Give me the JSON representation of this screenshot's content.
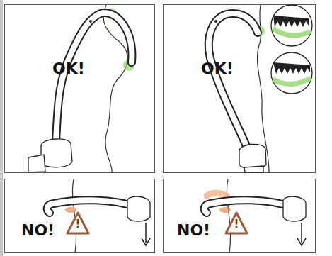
{
  "diagram": {
    "labels": [
      "OK!",
      "OK!",
      "NO!",
      "!",
      "NO!",
      "!"
    ]
  }
}
